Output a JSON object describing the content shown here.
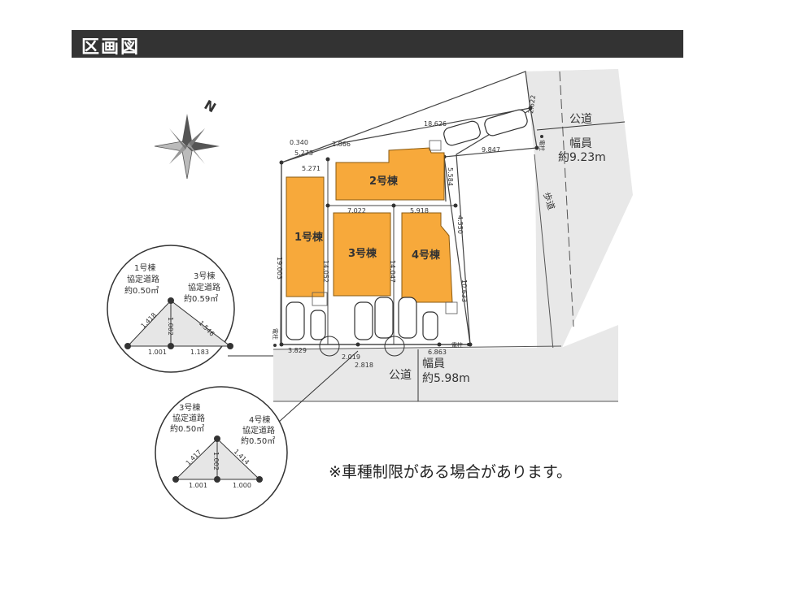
{
  "header": {
    "title": "区画図"
  },
  "compass": {
    "label": "N"
  },
  "buildings": [
    {
      "label": "1号棟"
    },
    {
      "label": "2号棟"
    },
    {
      "label": "3号棟"
    },
    {
      "label": "4号棟"
    }
  ],
  "roads": {
    "east": {
      "name": "公道",
      "width_label": "幅員",
      "width_value": "約9.23m",
      "sidewalk": "歩道"
    },
    "south": {
      "name": "公道",
      "width_label": "幅員",
      "width_value": "約5.98m"
    }
  },
  "dimensions": {
    "d1": "0.340",
    "d2": "2.866",
    "d3": "18.626",
    "d4": "5.273",
    "d5": "5.271",
    "d6": "2.622",
    "d7": "9.847",
    "d8": "5.584",
    "d9": "7.022",
    "d10": "5.918",
    "d11": "4.550",
    "d12": "19.003",
    "d13": "14.052",
    "d14": "14.047",
    "d15": "10.633",
    "d16": "3.829",
    "d17": "2.019",
    "d18": "2.818",
    "d19": "6.863"
  },
  "labels": {
    "pole_left": "電柱",
    "pole_bottom": "電柱",
    "pole_top": "電柱"
  },
  "inset1": {
    "label_left": "1号棟",
    "sub_left": "協定道路",
    "area_left": "約0.50㎡",
    "label_right": "3号棟",
    "sub_right": "協定道路",
    "area_right": "約0.59㎡",
    "d_a": "1.418",
    "d_b": "1.002",
    "d_c": "1.546",
    "d_d": "1.001",
    "d_e": "1.183"
  },
  "inset2": {
    "label_left": "3号棟",
    "sub_left": "協定道路",
    "area_left": "約0.50㎡",
    "label_right": "4号棟",
    "sub_right": "協定道路",
    "area_right": "約0.50㎡",
    "d_a": "1.417",
    "d_b": "1.002",
    "d_c": "1.414",
    "d_d": "1.001",
    "d_e": "1.000"
  },
  "note": "※車種制限がある場合があります。",
  "colors": {
    "building": "#f7a93b",
    "road": "#e5e5e5",
    "header": "#333333"
  }
}
